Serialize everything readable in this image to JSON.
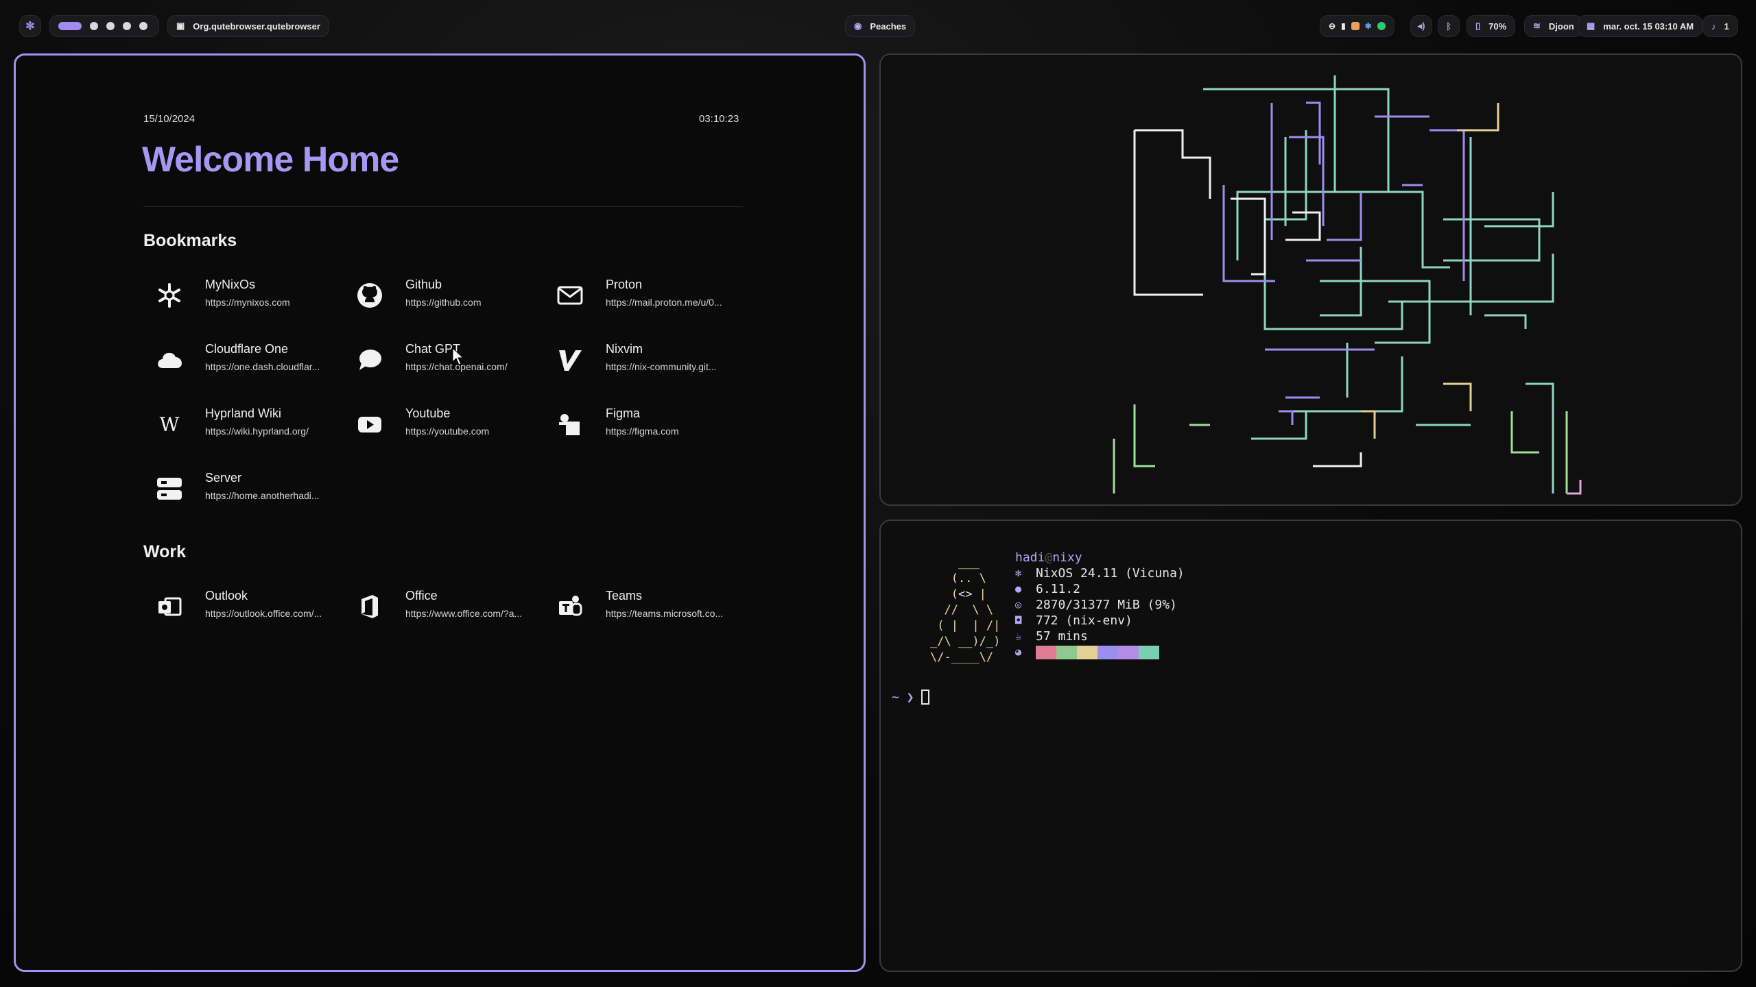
{
  "topbar": {
    "window_title": "Org.qutebrowser.qutebrowser",
    "media_title": "Peaches",
    "battery": "70%",
    "wifi": "Djoon",
    "datetime": "mar. oct. 15  03:10 AM",
    "notifications": "1",
    "colors": {
      "accent": "#a08cf0"
    }
  },
  "browser": {
    "date": "15/10/2024",
    "time": "03:10:23",
    "title": "Welcome Home",
    "bookmarks_heading": "Bookmarks",
    "bookmarks": [
      {
        "name": "MyNixOs",
        "url": "https://mynixos.com",
        "icon": "snowflake-icon"
      },
      {
        "name": "Github",
        "url": "https://github.com",
        "icon": "github-icon"
      },
      {
        "name": "Proton",
        "url": "https://mail.proton.me/u/0...",
        "icon": "mail-icon"
      },
      {
        "name": "Cloudflare One",
        "url": "https://one.dash.cloudflar...",
        "icon": "cloud-icon"
      },
      {
        "name": "Chat GPT",
        "url": "https://chat.openai.com/",
        "icon": "chat-bubble-icon"
      },
      {
        "name": "Nixvim",
        "url": "https://nix-community.git...",
        "icon": "vim-icon"
      },
      {
        "name": "Hyprland Wiki",
        "url": "https://wiki.hyprland.org/",
        "icon": "wikipedia-icon"
      },
      {
        "name": "Youtube",
        "url": "https://youtube.com",
        "icon": "youtube-icon"
      },
      {
        "name": "Figma",
        "url": "https://figma.com",
        "icon": "figma-icon"
      },
      {
        "name": "Server",
        "url": "https://home.anotherhadi...",
        "icon": "server-icon"
      }
    ],
    "work_heading": "Work",
    "work": [
      {
        "name": "Outlook",
        "url": "https://outlook.office.com/...",
        "icon": "outlook-icon"
      },
      {
        "name": "Office",
        "url": "https://www.office.com/?a...",
        "icon": "office-icon"
      },
      {
        "name": "Teams",
        "url": "https://teams.microsoft.co...",
        "icon": "teams-icon"
      }
    ]
  },
  "terminal": {
    "user": "hadi",
    "at": "@",
    "host": "nixy",
    "os": "NixOS 24.11 (Vicuna)",
    "kernel": "6.11.2",
    "memory": "2870/31377 MiB (9%)",
    "packages": "772 (nix-env)",
    "uptime": "57 mins",
    "palette": [
      "#e07b96",
      "#8fc98f",
      "#e6cf95",
      "#9a8ff0",
      "#b48ce8",
      "#79d0b0"
    ],
    "prompt": "~ ❯"
  }
}
